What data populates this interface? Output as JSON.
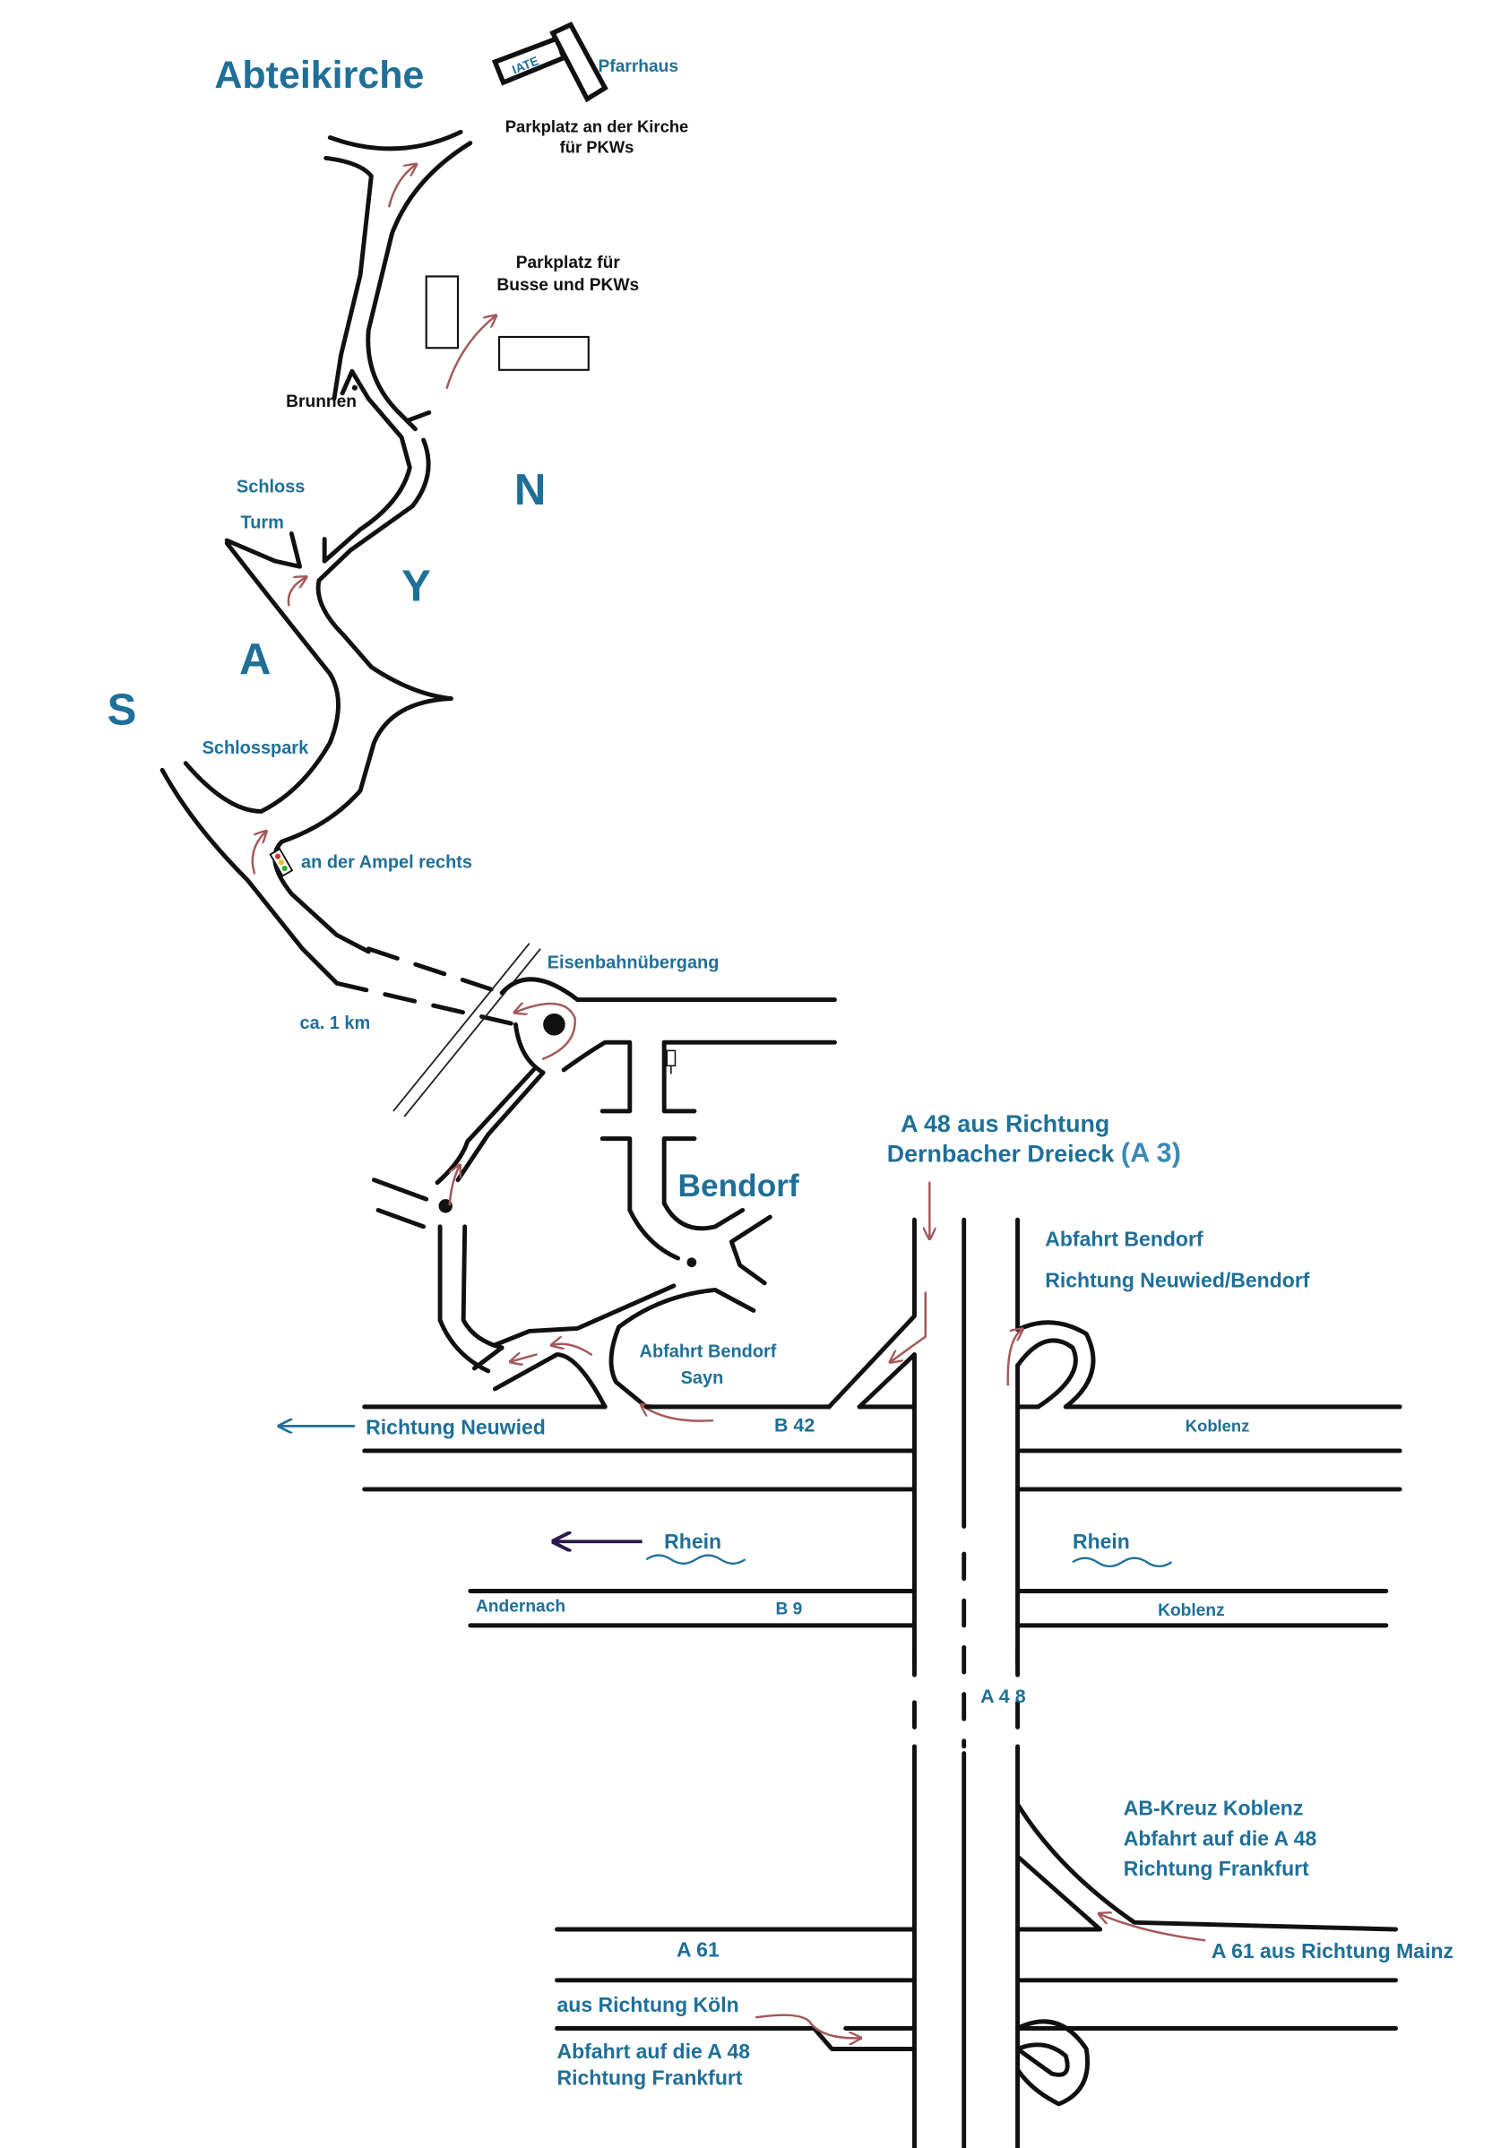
{
  "colors": {
    "label": "#1f6f98",
    "route_arrow": "#a3585c",
    "rhein_arrow": "#2a1a4a",
    "road": "#111111"
  },
  "labels": {
    "abteikirche": "Abteikirche",
    "pfarrhaus": "Pfarrhaus",
    "building_sign": "IATE",
    "parkplatz_kirche_1": "Parkplatz an der Kirche",
    "parkplatz_kirche_2": "für PKWs",
    "parkplatz_busse_1": "Parkplatz für",
    "parkplatz_busse_2": "Busse und PKWs",
    "brunnen": "Brunnen",
    "schloss": "Schloss",
    "turm": "Turm",
    "sayn_s": "S",
    "sayn_a": "A",
    "sayn_y": "Y",
    "sayn_n": "N",
    "schlosspark": "Schlosspark",
    "ampel": "an der Ampel rechts",
    "eisenbahn": "Eisenbahnübergang",
    "distance": "ca. 1 km",
    "bendorf": "Bendorf",
    "a48_from_1": "A 48 aus Richtung",
    "a48_from_2": "Dernbacher Dreieck",
    "a48_from_3": "(A 3)",
    "abfahrt_bendorf": "Abfahrt Bendorf",
    "richtung_neuwied_bendorf": "Richtung Neuwied/Bendorf",
    "abfahrt_sayn_1": "Abfahrt Bendorf",
    "abfahrt_sayn_2": "Sayn",
    "richtung_neuwied": "Richtung Neuwied",
    "b42": "B 42",
    "koblenz_b42": "Koblenz",
    "rhein_left": "Rhein",
    "rhein_right": "Rhein",
    "andernach": "Andernach",
    "b9": "B 9",
    "koblenz_b9": "Koblenz",
    "a48": "A 4 8",
    "ab_kreuz_1": "AB-Kreuz Koblenz",
    "ab_kreuz_2": "Abfahrt auf die A 48",
    "ab_kreuz_3": "Richtung Frankfurt",
    "a61": "A 61",
    "a61_mainz": "A 61 aus Richtung Mainz",
    "koeln": "aus Richtung Köln",
    "abfahrt_a48_1": "Abfahrt auf die A 48",
    "abfahrt_a48_2": "Richtung Frankfurt"
  }
}
